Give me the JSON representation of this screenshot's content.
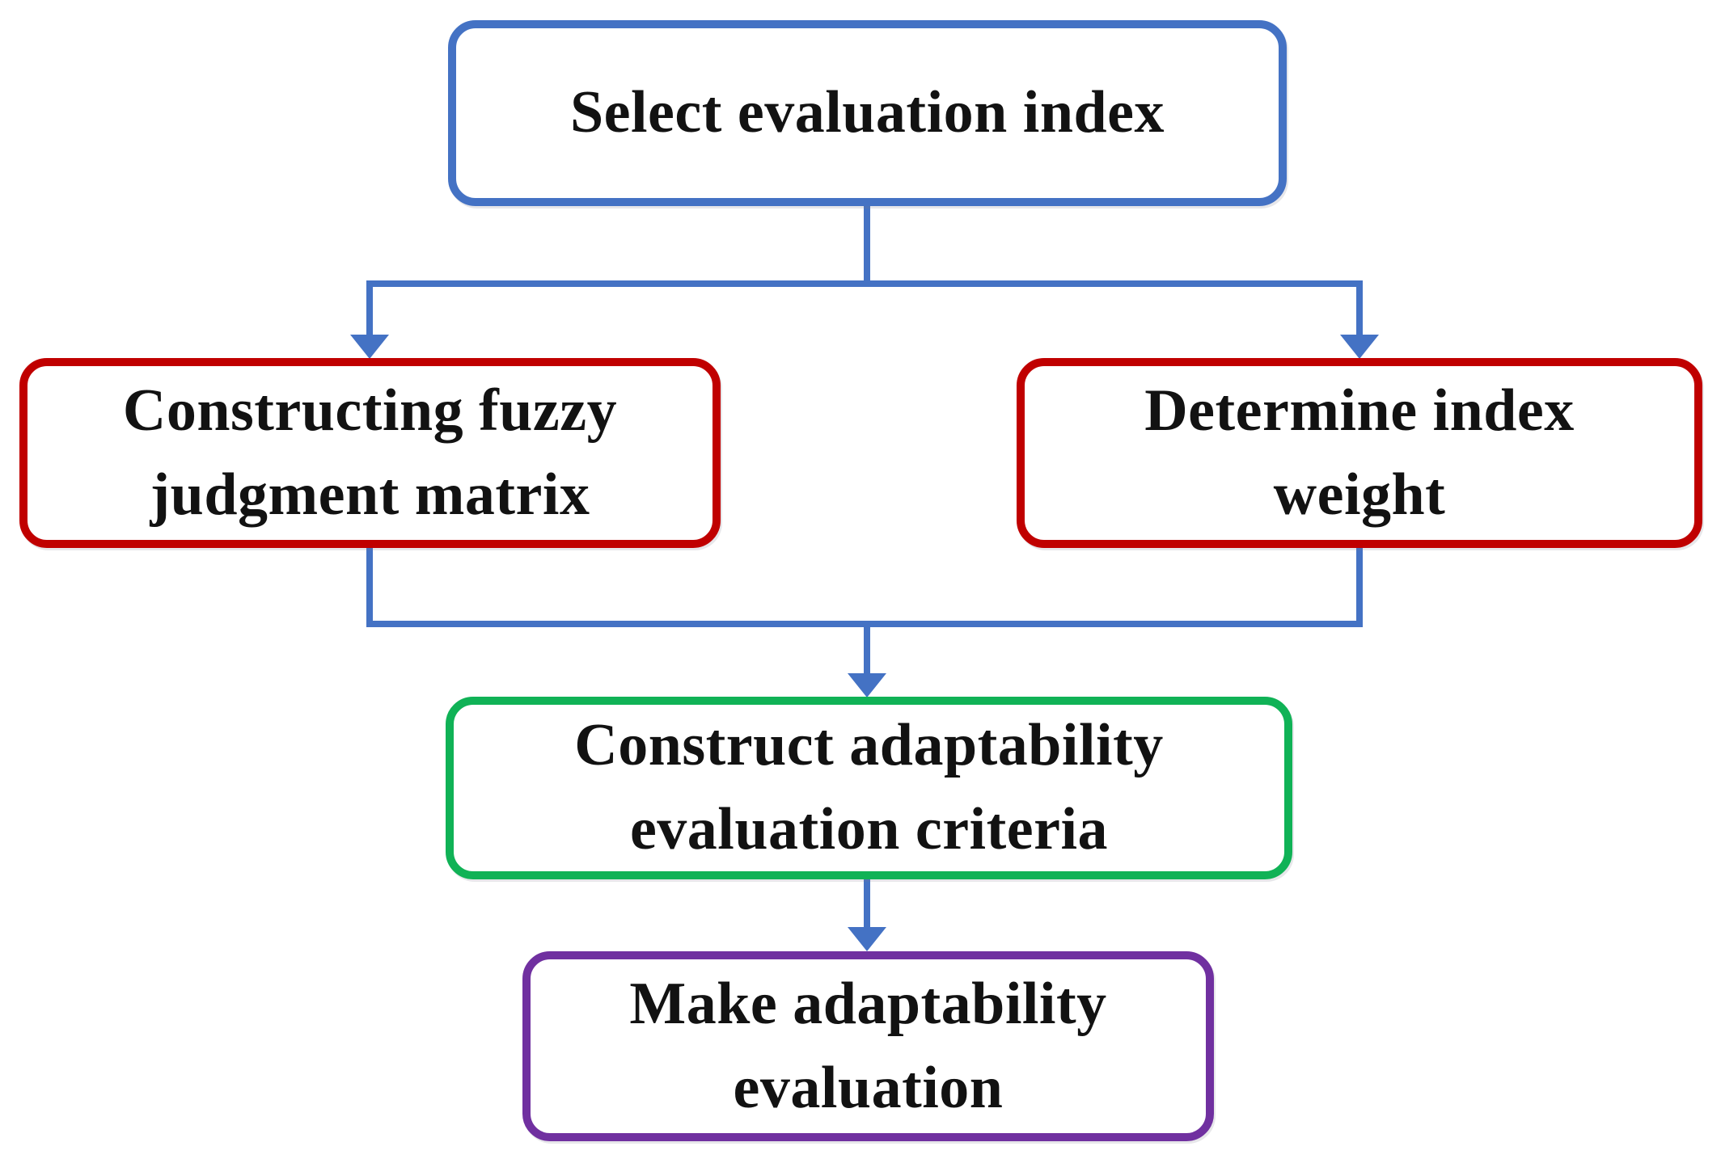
{
  "diagram": {
    "background_color": "#ffffff",
    "connector_color": "#4472c4",
    "text_color": "#121212",
    "nodes": [
      {
        "id": "select-evaluation-index",
        "label": "Select evaluation index",
        "border_color": "#4472c4",
        "fill_color": "#ffffff"
      },
      {
        "id": "constructing-fuzzy-judgment-matrix",
        "label": "Constructing fuzzy\njudgment matrix",
        "border_color": "#c00000",
        "fill_color": "#ffffff"
      },
      {
        "id": "determine-index-weight",
        "label": "Determine index\nweight",
        "border_color": "#c00000",
        "fill_color": "#ffffff"
      },
      {
        "id": "construct-adaptability-evaluation-criteria",
        "label": "Construct adaptability\nevaluation criteria",
        "border_color": "#10b256",
        "fill_color": "#ffffff"
      },
      {
        "id": "make-adaptability-evaluation",
        "label": "Make adaptability\nevaluation",
        "border_color": "#7030a0",
        "fill_color": "#ffffff"
      }
    ],
    "edges": [
      {
        "from": "select-evaluation-index",
        "to": "constructing-fuzzy-judgment-matrix",
        "style": "elbow-arrow-down"
      },
      {
        "from": "select-evaluation-index",
        "to": "determine-index-weight",
        "style": "elbow-arrow-down"
      },
      {
        "from": "constructing-fuzzy-judgment-matrix",
        "to": "construct-adaptability-evaluation-criteria",
        "style": "elbow-arrow-down"
      },
      {
        "from": "determine-index-weight",
        "to": "construct-adaptability-evaluation-criteria",
        "style": "elbow-arrow-down"
      },
      {
        "from": "construct-adaptability-evaluation-criteria",
        "to": "make-adaptability-evaluation",
        "style": "straight-arrow-down"
      }
    ]
  }
}
